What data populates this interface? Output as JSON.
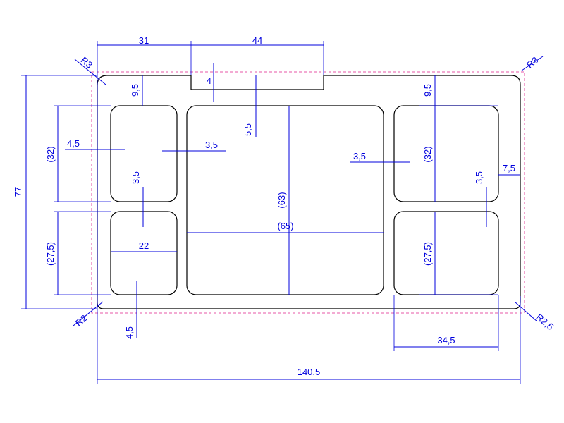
{
  "colors": {
    "part": "#000000",
    "dimension": "#0000dd",
    "stock": "#e0208a",
    "background": "#ffffff"
  },
  "dimensions": {
    "tab_offset": "31",
    "tab_width": "44",
    "tab_depth": "4",
    "radius_top_left": "R3",
    "radius_top_right": "R3",
    "radius_bottom_left": "R2",
    "radius_bottom_right": "R2,5",
    "overall_height": "77",
    "overall_width": "140,5",
    "top_margin_left": "9,5",
    "top_margin_right": "9,5",
    "center_top_margin": "5,5",
    "left_margin": "4,5",
    "gap_left": "3,5",
    "gap_right": "3,5",
    "gap_vertical_left": "3,5",
    "gap_vertical_right": "3,5",
    "right_margin": "7,5",
    "pocket_upper_height_left": "(32)",
    "pocket_lower_height_left": "(27,5)",
    "pocket_upper_height_right": "(32)",
    "pocket_lower_height_right": "(27,5)",
    "center_height": "(63)",
    "center_width": "(65)",
    "small_pocket_width": "22",
    "bottom_margin": "4,5",
    "right_pocket_width": "34,5"
  }
}
